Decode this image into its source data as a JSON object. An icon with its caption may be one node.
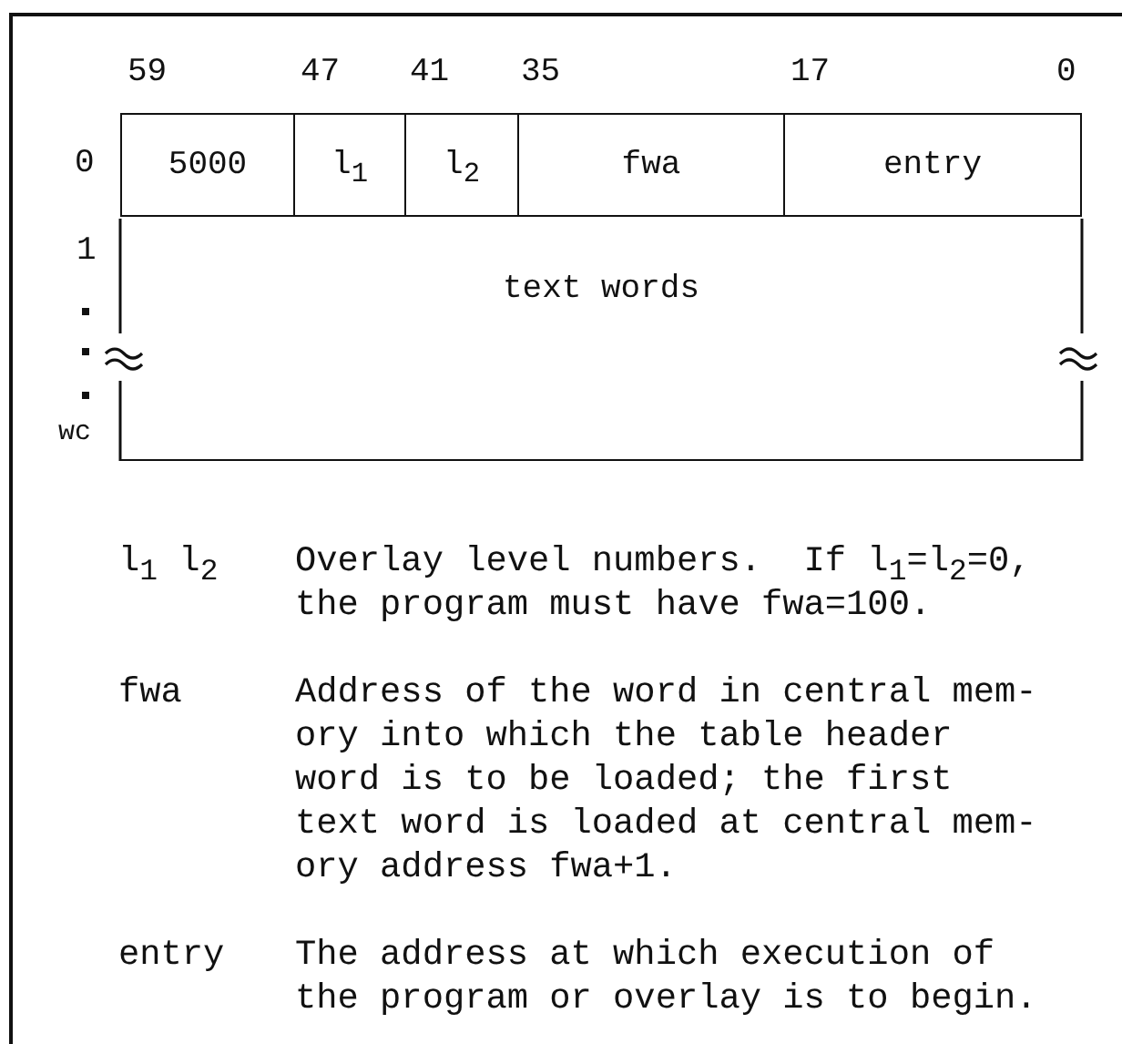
{
  "diagram": {
    "nodes": [
      {
        "text": [
          "5000"
        ]
      },
      {
        "text": [
          "l$_{1}$"
        ]
      },
      {
        "text": [
          "l$_{2}$"
        ]
      },
      {
        "text": [
          "fwa"
        ]
      },
      {
        "text": [
          "entry"
        ]
      },
      {
        "text": [
          "text words"
        ]
      }
    ],
    "labels": [
      "59",
      "47",
      "41",
      "35",
      "17",
      "0",
      "0",
      "1",
      "wc",
      "l$_{1}$ l$_{2}$",
      "Overlay level numbers.  If l$_{1}$=l$_{2}$=0, the program must have fwa=100.",
      "fwa",
      "Address of the word in central mem- ory into which the table header word is to be loaded; the first text word is loaded at central mem- ory address fwa+1.",
      "entry",
      "The address at which execution of the program or overlay is to begin."
    ]
  }
}
